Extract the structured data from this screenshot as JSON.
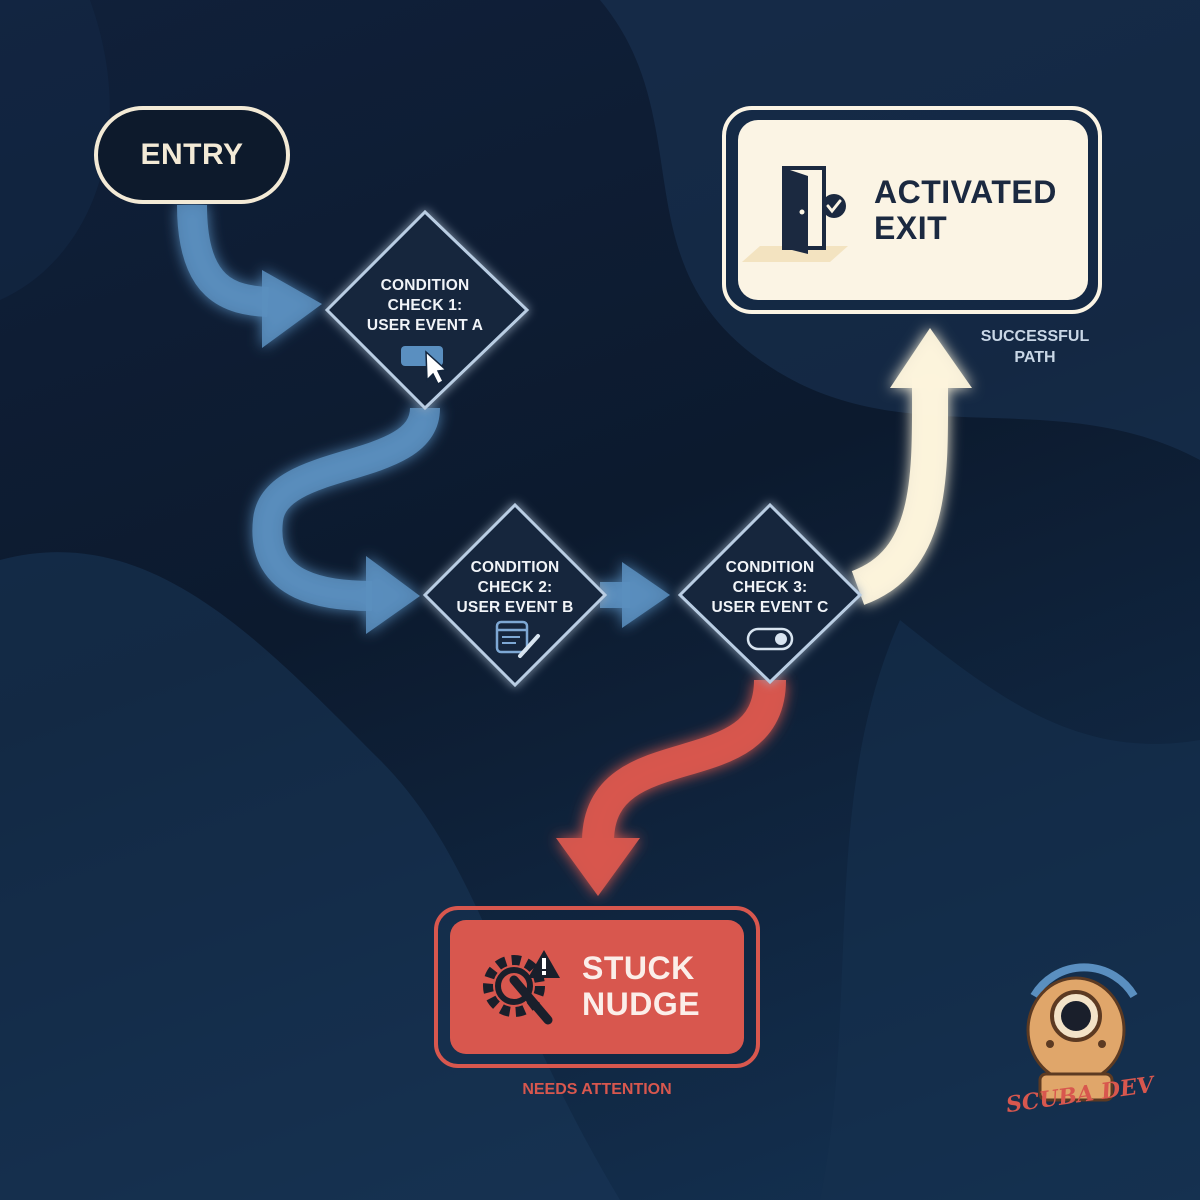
{
  "colors": {
    "background": "#0e1b2e",
    "blue_flow": "#5a8fc0",
    "success_flow": "#fdf4dc",
    "fail_flow": "#d8574e",
    "node_border": "#b9cde3",
    "exit_fill": "#fbf4e4",
    "stuck_fill": "#d8574e"
  },
  "nodes": {
    "entry": {
      "label": "ENTRY"
    },
    "check1": {
      "lines": [
        "CONDITION",
        "CHECK 1:",
        "USER EVENT A"
      ],
      "icon": "click-icon"
    },
    "check2": {
      "lines": [
        "CONDITION",
        "CHECK 2:",
        "USER EVENT B"
      ],
      "icon": "form-edit-icon"
    },
    "check3": {
      "lines": [
        "CONDITION",
        "CHECK 3:",
        "USER EVENT C"
      ],
      "icon": "toggle-icon"
    },
    "exit": {
      "lines": [
        "ACTIVATED",
        "EXIT"
      ],
      "icon": "door-check-icon"
    },
    "stuck": {
      "lines": [
        "STUCK",
        "NUDGE"
      ],
      "icon": "gear-wrench-warning-icon"
    }
  },
  "captions": {
    "success": [
      "SUCCESSFUL",
      "PATH"
    ],
    "attention": "NEEDS ATTENTION"
  },
  "logo": {
    "text": "SCUBA DEV",
    "icon": "diving-helmet-icon"
  }
}
